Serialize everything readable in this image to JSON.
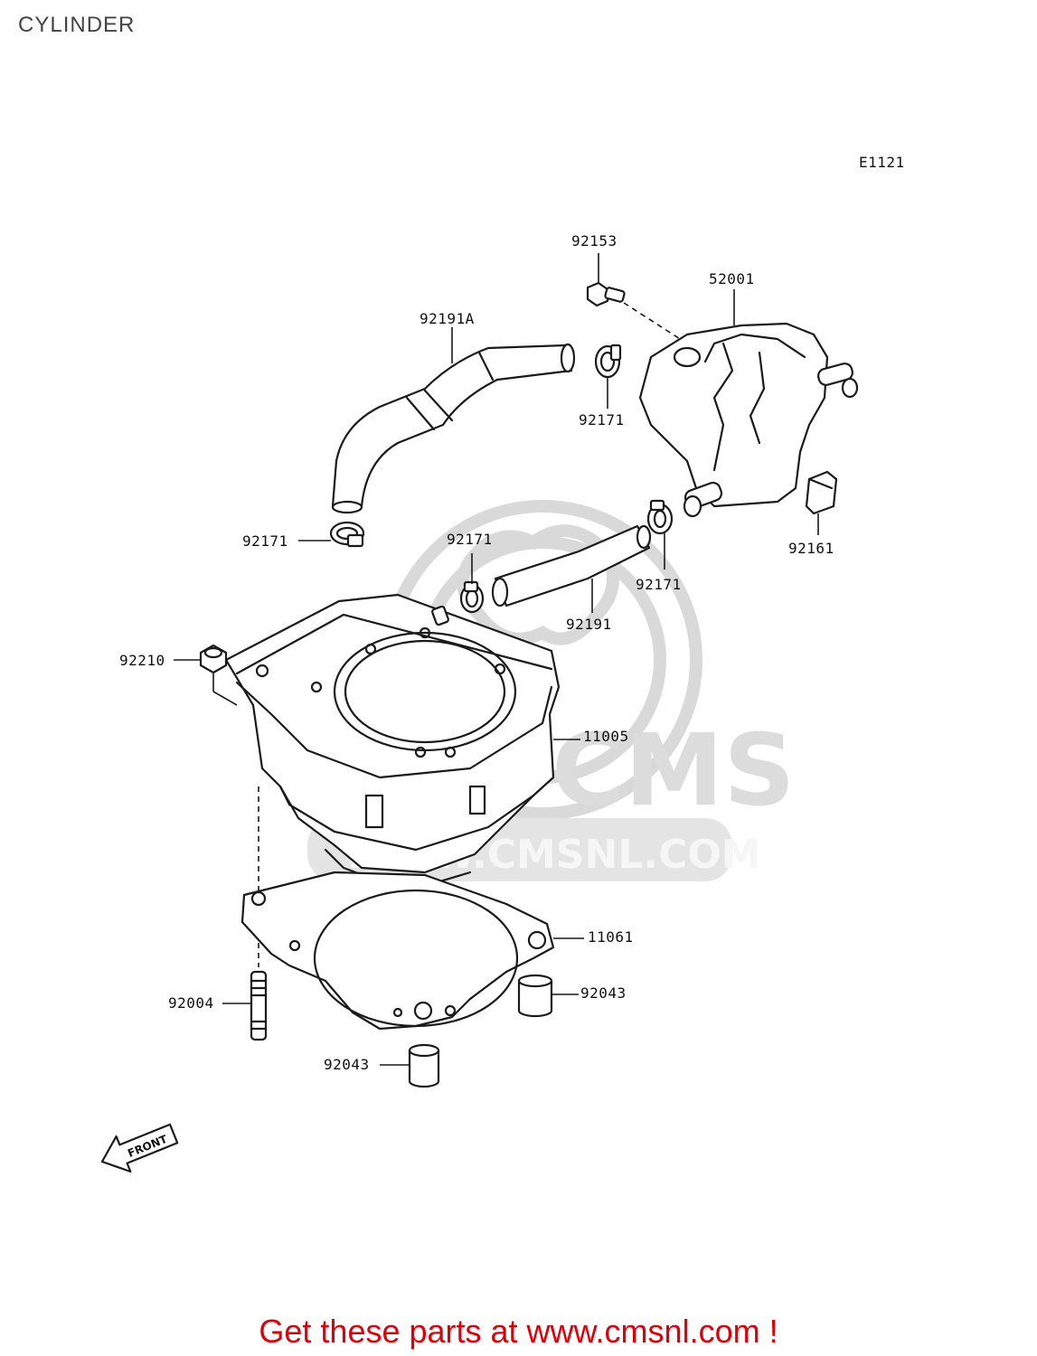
{
  "title": "CYLINDER",
  "diagram_code": "E1121",
  "watermark": {
    "brand": "CMS",
    "url": "WWW.CMSNL.COM"
  },
  "front_label": "FRONT",
  "callouts": [
    {
      "id": "92153",
      "label": "92153"
    },
    {
      "id": "52001",
      "label": "52001"
    },
    {
      "id": "92191A",
      "label": "92191A"
    },
    {
      "id": "92171-a",
      "label": "92171"
    },
    {
      "id": "92171-b",
      "label": "92171"
    },
    {
      "id": "92171-c",
      "label": "92171"
    },
    {
      "id": "92171-d",
      "label": "92171"
    },
    {
      "id": "92161",
      "label": "92161"
    },
    {
      "id": "92191",
      "label": "92191"
    },
    {
      "id": "92210",
      "label": "92210"
    },
    {
      "id": "11005",
      "label": "11005"
    },
    {
      "id": "11061",
      "label": "11061"
    },
    {
      "id": "92004",
      "label": "92004"
    },
    {
      "id": "92043-a",
      "label": "92043"
    },
    {
      "id": "92043-b",
      "label": "92043"
    }
  ],
  "footer_text": "Get these parts at www.cmsnl.com !"
}
